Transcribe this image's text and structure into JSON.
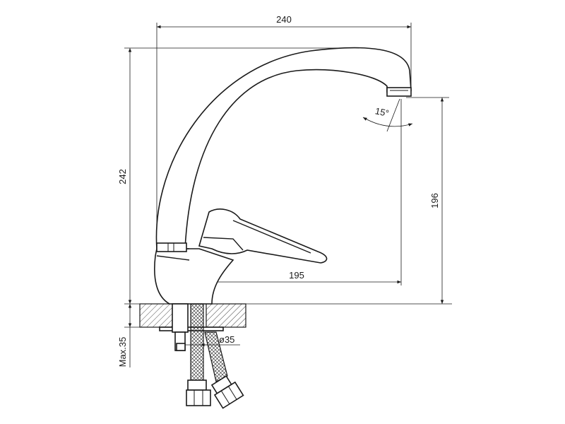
{
  "dimensions": {
    "overall_width": "240",
    "overall_height": "242",
    "spout_height": "196",
    "spout_reach": "195",
    "spout_angle": "15°",
    "hole_diameter": "ø35",
    "max_counter_thickness": "Max.35"
  }
}
